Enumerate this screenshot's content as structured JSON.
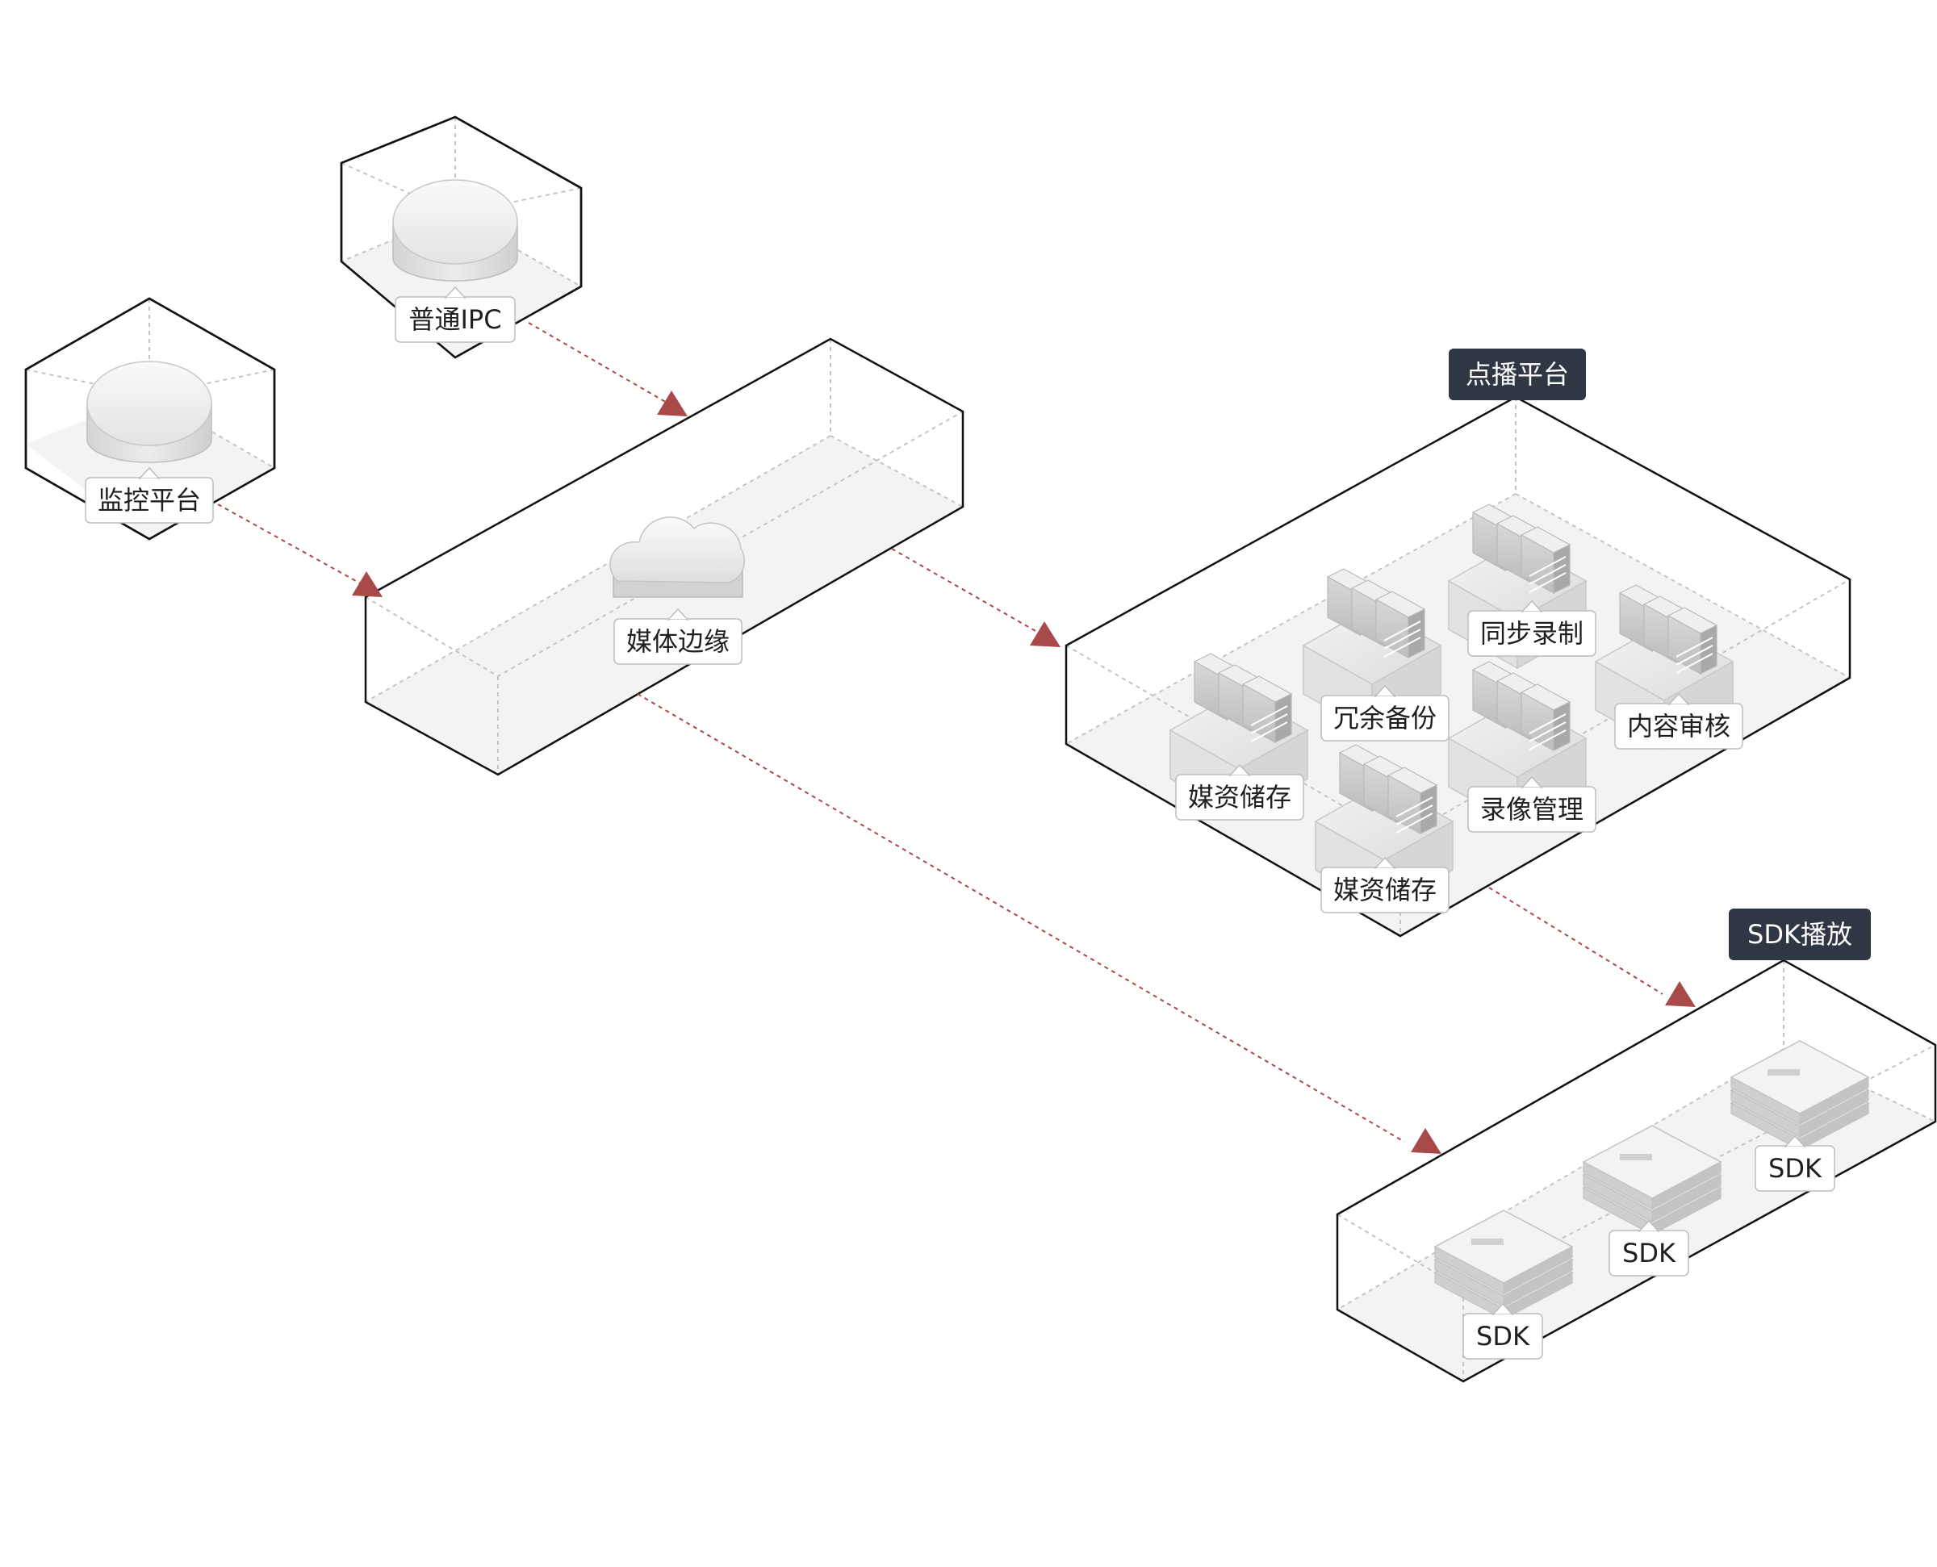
{
  "nodes": {
    "ipc": "普通IPC",
    "monitor": "监控平台",
    "edge": "媒体边缘",
    "vod_platform": "点播平台",
    "sdk_platform": "SDK播放"
  },
  "vod_services": {
    "sync_record": "同步录制",
    "redundant_backup": "冗余备份",
    "content_review": "内容审核",
    "media_storage_1": "媒资储存",
    "record_manage": "录像管理",
    "media_storage_2": "媒资储存"
  },
  "sdk_items": {
    "sdk_1": "SDK",
    "sdk_2": "SDK",
    "sdk_3": "SDK"
  },
  "colors": {
    "outline": "#111111",
    "dashed": "#c4c4c4",
    "arrow": "#a84a4a",
    "floor": "#f2f2f2",
    "title_bg": "#2f3644"
  }
}
